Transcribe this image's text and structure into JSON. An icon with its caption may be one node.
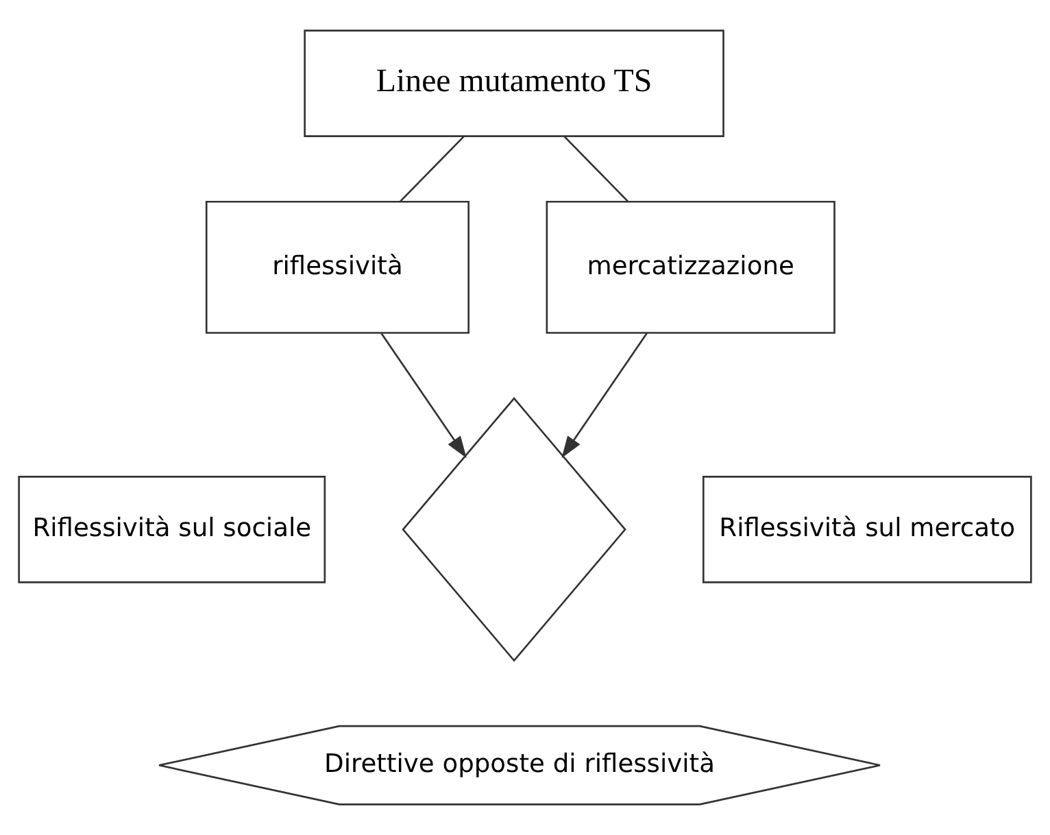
{
  "diagram": {
    "nodes": [
      {
        "text": [
          "Linee mutamento TS"
        ]
      },
      {
        "text": [
          "riflessività"
        ]
      },
      {
        "text": [
          "mercatizzazione"
        ]
      },
      {
        "text": [],
        "shape": "diamond"
      },
      {
        "text": [
          "Riflessività sul sociale"
        ]
      },
      {
        "text": [
          "Riflessività sul mercato"
        ]
      },
      {
        "text": [
          "Direttive opposte di riflessività"
        ]
      }
    ],
    "edges": [
      {
        "from": 0,
        "to": 1,
        "arrow": "none"
      },
      {
        "from": 0,
        "to": 2,
        "arrow": "none"
      },
      {
        "from": 1,
        "to": 3,
        "arrow": "to"
      },
      {
        "from": 2,
        "to": 3,
        "arrow": "to"
      }
    ]
  }
}
